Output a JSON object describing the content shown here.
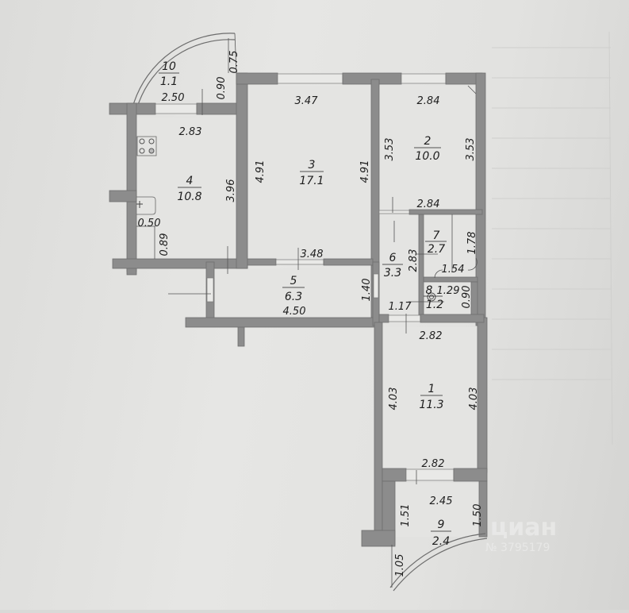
{
  "plan": {
    "colors": {
      "wall": "#8c8c8c",
      "floor": "#e4e4e2",
      "paper": "#e0e0de",
      "text": "#1e1e1e"
    },
    "rooms": [
      {
        "number": "1",
        "area": "11.3"
      },
      {
        "number": "2",
        "area": "10.0"
      },
      {
        "number": "3",
        "area": "17.1"
      },
      {
        "number": "4",
        "area": "10.8"
      },
      {
        "number": "5",
        "area": "6.3"
      },
      {
        "number": "6",
        "area": "3.3"
      },
      {
        "number": "7",
        "area": "2.7"
      },
      {
        "number": "8",
        "area": "1.2"
      },
      {
        "number": "9",
        "area": "2.4"
      },
      {
        "number": "10",
        "area": "1.1"
      }
    ],
    "dimensions": {
      "r10_width": "2.50",
      "r10_side_a": "0.75",
      "r10_side_b": "0.90",
      "r4_top": "2.83",
      "r4_right": "3.96",
      "r4_sink_w": "0.50",
      "r4_sink_h": "0.89",
      "r3_top": "3.47",
      "r3_left": "4.91",
      "r3_right": "4.91",
      "r3_bottom": "3.48",
      "r2_top": "2.84",
      "r2_left": "3.53",
      "r2_right": "3.53",
      "r2_bottom": "2.84",
      "r5_width": "4.50",
      "r5_height": "1.40",
      "r6_height": "2.83",
      "r6_width": "1.17",
      "r7_height": "1.78",
      "r7_width": "1.54",
      "r8_width": "1.29",
      "r8_height": "0.90",
      "r1_top": "2.82",
      "r1_left": "4.03",
      "r1_right": "4.03",
      "r1_bottom": "2.82",
      "r9_top": "2.45",
      "r9_left": "1.51",
      "r9_right": "1.50",
      "r9_arc": "1.05"
    },
    "watermark": {
      "brand": "циан",
      "id": "№ 3795179"
    }
  }
}
